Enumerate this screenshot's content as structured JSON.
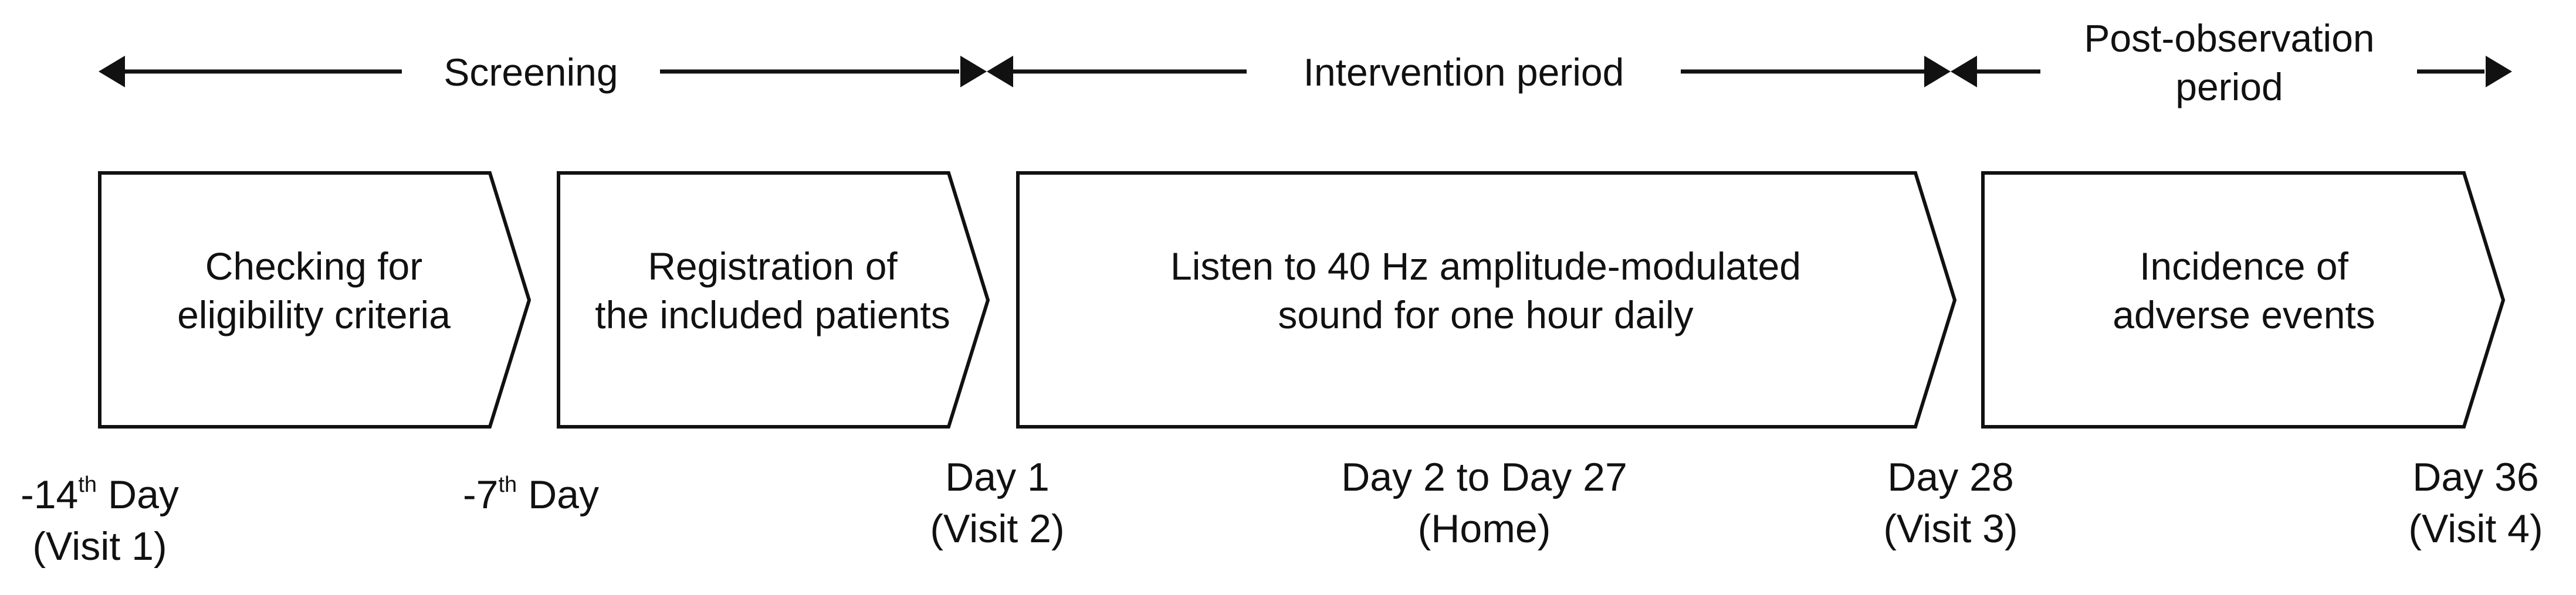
{
  "phases": {
    "screening": "Screening",
    "intervention": "Intervention period",
    "post_observation_line1": "Post-observation",
    "post_observation_line2": "period"
  },
  "steps": [
    {
      "line1": "Checking for",
      "line2": "eligibility criteria"
    },
    {
      "line1": "Registration of",
      "line2": "the included patients"
    },
    {
      "line1": "Listen to 40 Hz amplitude-modulated",
      "line2": "sound for one hour daily"
    },
    {
      "line1": "Incidence of",
      "line2": "adverse events"
    }
  ],
  "timeline": [
    {
      "pre": "-14",
      "sup": "th",
      "post": " Day",
      "sub": "(Visit 1)"
    },
    {
      "pre": "-7",
      "sup": "th",
      "post": " Day",
      "sub": ""
    },
    {
      "pre": "Day 1",
      "sup": "",
      "post": "",
      "sub": "(Visit 2)"
    },
    {
      "pre": "Day 2 to Day 27",
      "sup": "",
      "post": "",
      "sub": "(Home)"
    },
    {
      "pre": "Day 28",
      "sup": "",
      "post": "",
      "sub": "(Visit 3)"
    },
    {
      "pre": "Day 36",
      "sup": "",
      "post": "",
      "sub": "(Visit 4)"
    }
  ],
  "colors": {
    "stroke": "#111111",
    "fill": "#ffffff"
  }
}
